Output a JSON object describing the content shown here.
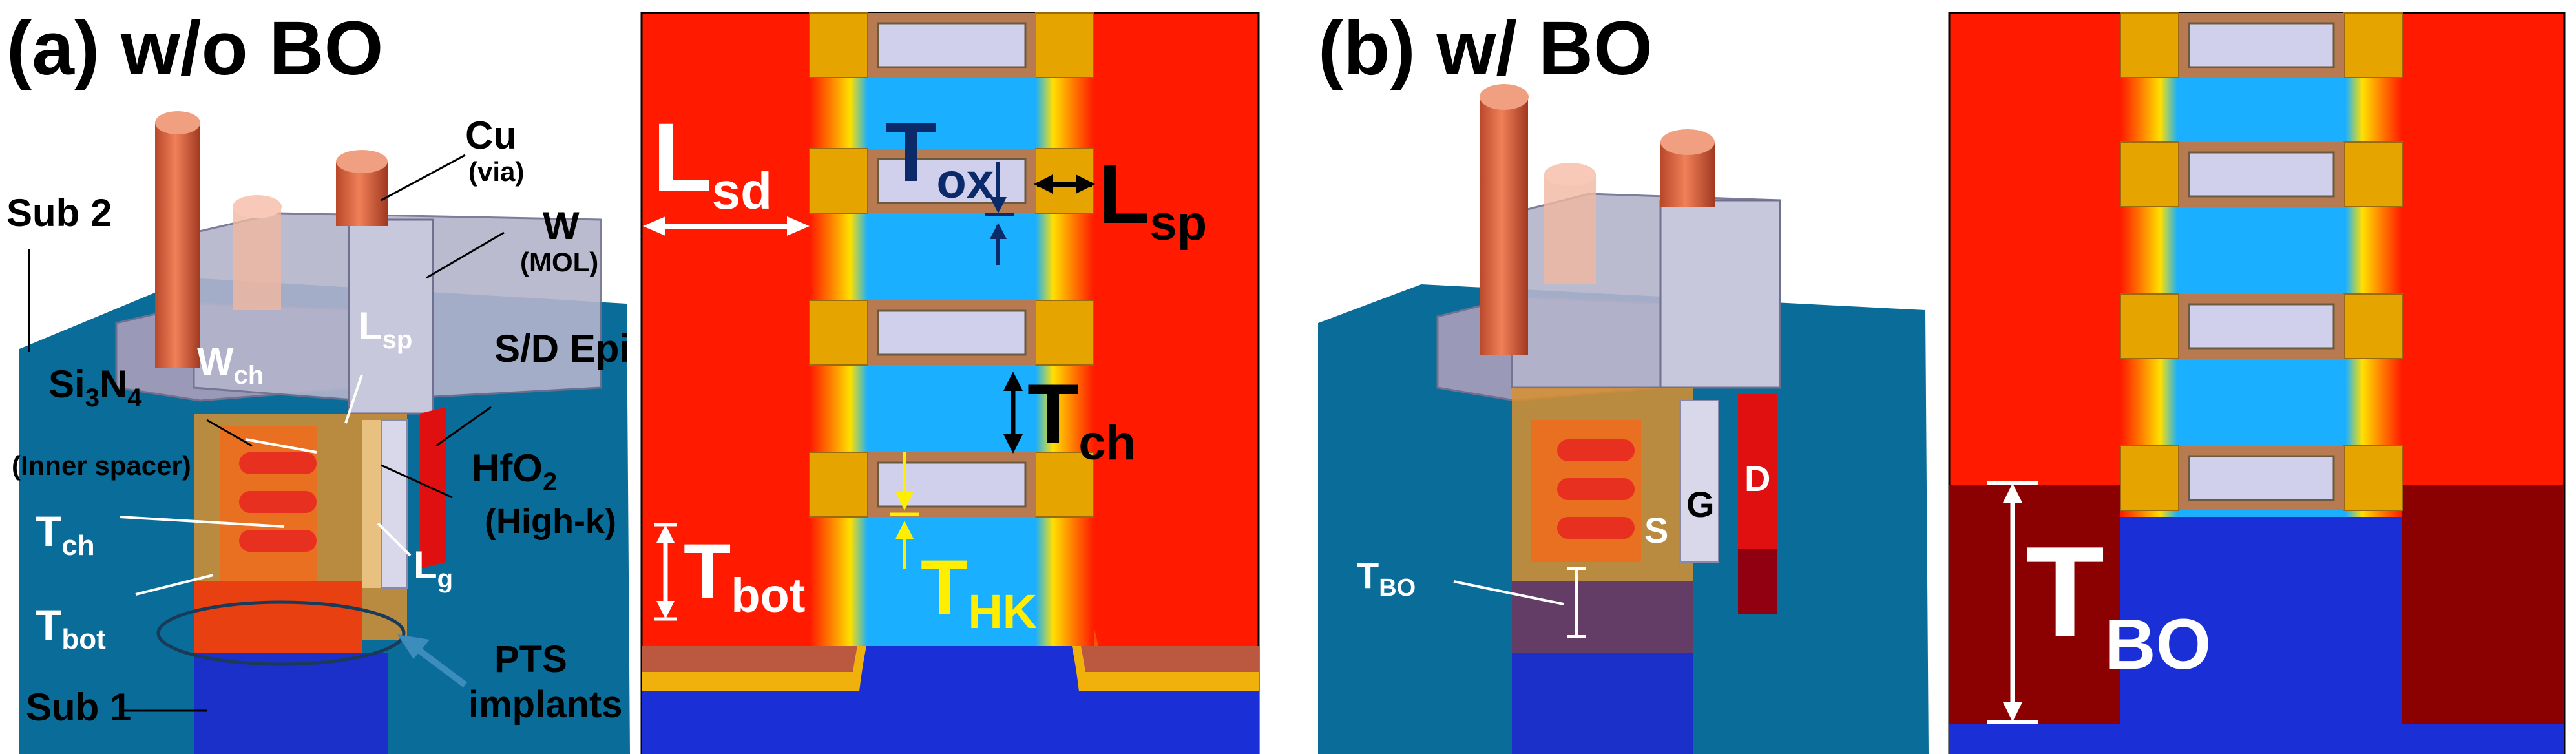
{
  "panel_a": {
    "title": "(a) w/o BO",
    "labels": {
      "sub2": "Sub 2",
      "sub1": "Sub 1",
      "cu": "Cu",
      "cu_sub": "(via)",
      "w": "W",
      "w_sub": "(MOL)",
      "sd_epi": "S/D Epi",
      "hfo2": "HfO",
      "hfo2_sub": "2",
      "high_k": "(High-k)",
      "si": "Si",
      "si_sub3": "3",
      "n": "N",
      "n_sub4": "4",
      "inner_spacer": "(Inner spacer)",
      "wch": "W",
      "wch_sub": "ch",
      "lsp": "L",
      "lsp_sub": "sp",
      "lg": "L",
      "lg_sub": "g",
      "tch": "T",
      "tch_sub": "ch",
      "tbot": "T",
      "tbot_sub": "bot",
      "pts": "PTS",
      "implants": "implants"
    }
  },
  "cross_a": {
    "lsd": "L",
    "lsd_sub": "sd",
    "tox": "T",
    "tox_sub": "ox",
    "lsp": "L",
    "lsp_sub": "sp",
    "tch": "T",
    "tch_sub": "ch",
    "tbot": "T",
    "tbot_sub": "bot",
    "thk": "T",
    "thk_sub": "HK"
  },
  "panel_b": {
    "title": "(b) w/ BO",
    "labels": {
      "s": "S",
      "g": "G",
      "d": "D",
      "tbo": "T",
      "tbo_sub": "BO"
    }
  },
  "cross_b": {
    "tbo": "T",
    "tbo_sub": "BO"
  },
  "colors": {
    "red": "#ff1a00",
    "dark_red": "#8b0000",
    "blue_bg": "#0a6d99",
    "deep_blue": "#1a2fd6",
    "cyan": "#1ab0ff",
    "gold": "#e6a400",
    "lavender": "#c8c8e8",
    "gray_block": "#a6a6c0",
    "copper": "#e0643a"
  }
}
